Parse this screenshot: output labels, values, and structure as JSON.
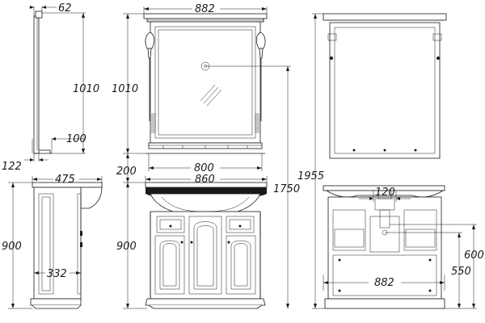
{
  "dimensions": {
    "mirror_side_depth": "62",
    "mirror_side_height": "1010",
    "mirror_shelf_depth": "100",
    "mirror_bottom_gap": "122",
    "mirror_front_width": "882",
    "mirror_front_height": "1010",
    "mirror_shelf_width": "800",
    "mirror_to_vanity_gap": "200",
    "vanity_width": "860",
    "vanity_height": "900",
    "top_of_mirror_height": "1750",
    "total_height": "1955",
    "side_depth": "475",
    "side_height": "900",
    "side_inner_depth": "332",
    "rear_drain_width": "120",
    "rear_height": "600",
    "rear_pipe_height": "550",
    "rear_width": "882"
  }
}
